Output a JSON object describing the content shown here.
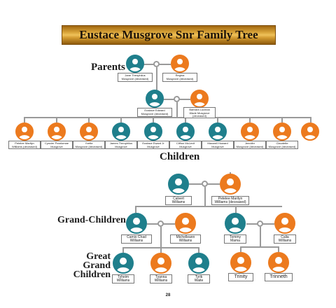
{
  "title": "Eustace Musgrove Snr Family Tree",
  "sections": {
    "parents": "Parents",
    "children": "Children",
    "grand_children": "Grand-Children",
    "great_grand_children": "Great\nGrand Children"
  },
  "people": {
    "jane": "Jane Theophilus\nMusgrove (deceased)",
    "regina": "Regina\nMusgrove (deceased)",
    "eustace_edward": "Eustace Edward\nMusgrove (deceased)",
    "barbara": "Barbara Lucinda\nWade Musgrove\n(deceased)",
    "child1": "Petelee Marilyn\nWilliams (deceased)",
    "child2": "Cyncier Pearlomae\nMusgrove",
    "child3": "Yvette\nMusgrove (deceased)",
    "child4": "James Theophilus\nMusgrove",
    "child5": "Eustace Eward Jr\nMusgrove",
    "child6": "Clifton McLevit\nMusgrove",
    "child7": "Maxwell Howard\nMusgrove",
    "child8": "Jennifer\nMusgrove (deceased)",
    "child9": "Claudette\nMusgrove (deceased)",
    "calvert": "Calvert\nWilliams",
    "petelee": "Petelee Marilyn\nWilliams (deceased)",
    "camio": "Camio Chad\nWilliams",
    "michelleann": "Michelleann\nWilliams",
    "tommy": "Tommy\nMama",
    "calia": "Calia\nWilliams",
    "tyheim": "Tyheim\nWilliams",
    "tyanna": "Tyanna\nWilliams",
    "tyrik": "Tyrik\nWaite",
    "trinity": "Trinity",
    "trinneth": "Trinneth"
  },
  "page_number": "28",
  "colors": {
    "male": "#1f7f8c",
    "female": "#ec7a1e",
    "banner_gold": "#d8a338",
    "connector": "#9a9a9a"
  }
}
